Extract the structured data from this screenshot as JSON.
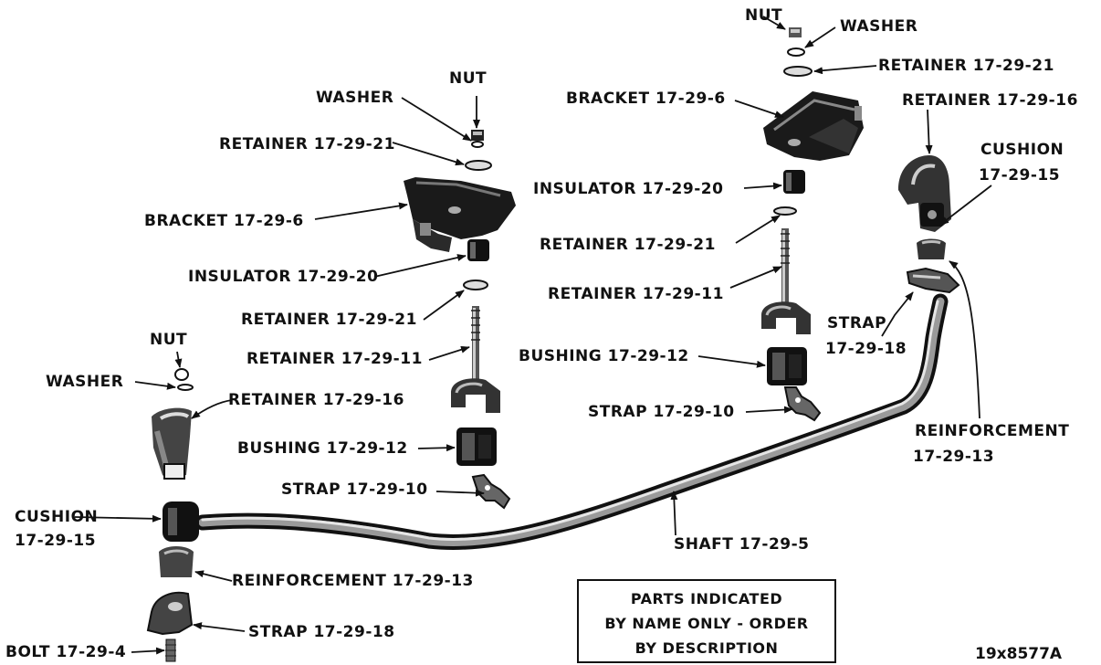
{
  "labels": {
    "nut_top": "NUT",
    "washer_top": "WASHER",
    "retainer_21_top": "RETAINER 17-29-21",
    "bracket_right": "BRACKET 17-29-6",
    "retainer_16_right": "RETAINER 17-29-16",
    "cushion_right_name": "CUSHION",
    "cushion_right_num": "17-29-15",
    "insulator_right": "INSULATOR 17-29-20",
    "retainer_21_mid_right": "RETAINER 17-29-21",
    "retainer_11_right": "RETAINER 17-29-11",
    "strap_right_name": "STRAP",
    "strap_right_num": "17-29-18",
    "bushing_right": "BUSHING 17-29-12",
    "strap_10_right": "STRAP 17-29-10",
    "reinforcement_right_name": "REINFORCEMENT",
    "reinforcement_right_num": "17-29-13",
    "nut_left_center": "NUT",
    "washer_left_center": "WASHER",
    "retainer_21_left_top": "RETAINER 17-29-21",
    "bracket_left": "BRACKET 17-29-6",
    "insulator_left": "INSULATOR 17-29-20",
    "retainer_21_left_low": "RETAINER 17-29-21",
    "retainer_11_left": "RETAINER 17-29-11",
    "nut_far_left": "NUT",
    "washer_far_left": "WASHER",
    "retainer_16_left": "RETAINER 17-29-16",
    "bushing_left": "BUSHING 17-29-12",
    "strap_10_left": "STRAP 17-29-10",
    "cushion_left_name": "CUSHION",
    "cushion_left_num": "17-29-15",
    "shaft": "SHAFT 17-29-5",
    "reinforcement_left": "REINFORCEMENT 17-29-13",
    "strap_18_left": "STRAP 17-29-18",
    "bolt": "BOLT 17-29-4"
  },
  "note": {
    "line1": "PARTS INDICATED",
    "line2": "BY NAME ONLY - ORDER",
    "line3": "BY DESCRIPTION"
  },
  "figure_code": "19x8577A"
}
